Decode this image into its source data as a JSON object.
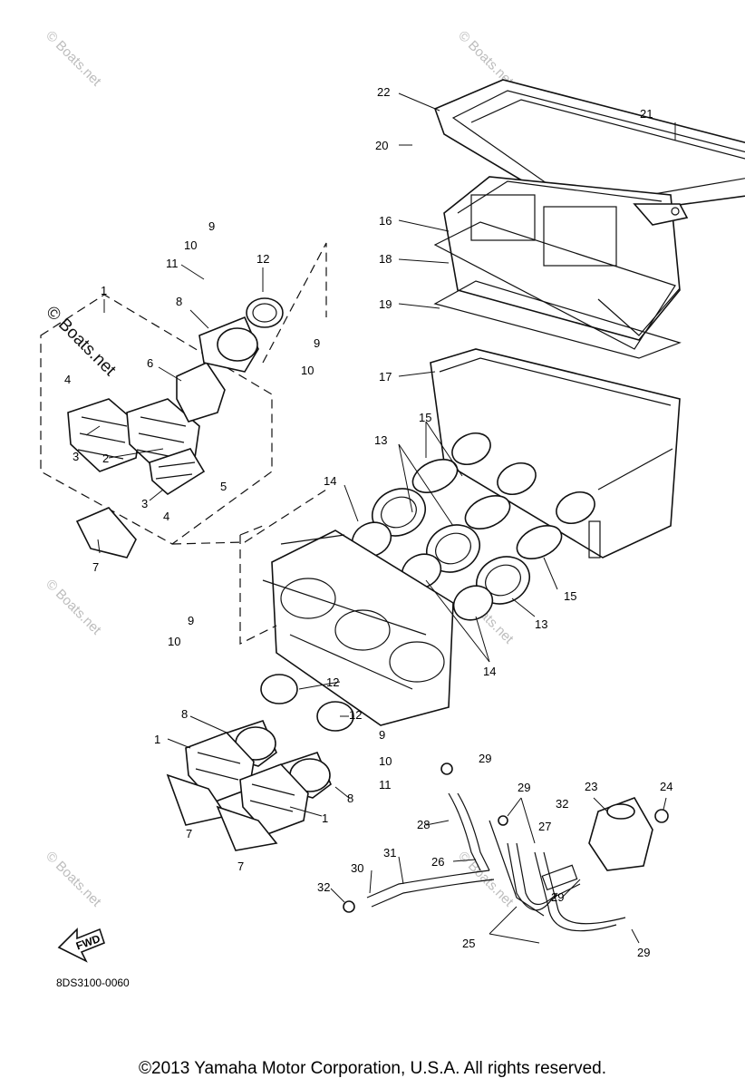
{
  "diagram": {
    "callouts": [
      "1",
      "2",
      "3",
      "4",
      "5",
      "6",
      "7",
      "8",
      "9",
      "10",
      "11",
      "12",
      "13",
      "14",
      "15",
      "16",
      "17",
      "18",
      "19",
      "20",
      "21",
      "22",
      "23",
      "24",
      "25",
      "26",
      "27",
      "28",
      "29",
      "30",
      "31",
      "32"
    ],
    "drawing_code": "8DS3100-0060",
    "fwd_label": "FWD",
    "watermark": "© Boats.net"
  },
  "footer": {
    "copyright": "©2013 Yamaha Motor Corporation, U.S.A. All rights reserved."
  }
}
